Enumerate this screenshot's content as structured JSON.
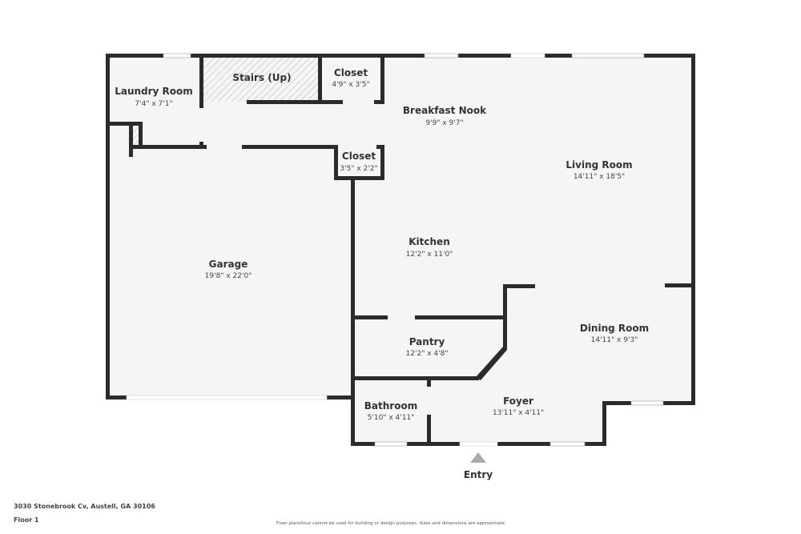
{
  "floor_plan": {
    "floor_label": "Floor 1",
    "address": "3030 Stonebrook Cv, Austell, GA 30106",
    "disclaimer": "Floor plans/tour cannot be used for building or design purposes. Sizes and dimensions are approximate.",
    "entry_label": "Entry",
    "colors": {
      "wall": "#2b2b2b",
      "floor": "#f5f5f5",
      "window": "#ffffff",
      "entry_arrow": "#aaaaaa",
      "hatch": "#bbbbbb"
    },
    "rooms": [
      {
        "name": "Laundry Room",
        "dims": "7'4\" x 7'1\""
      },
      {
        "name": "Stairs (Up)",
        "dims": ""
      },
      {
        "name": "Closet",
        "dims": "4'9\" x 3'5\""
      },
      {
        "name": "Breakfast Nook",
        "dims": "9'9\" x 9'7\""
      },
      {
        "name": "Closet",
        "dims": "3'5\" x 2'2\""
      },
      {
        "name": "Living Room",
        "dims": "14'11\" x 18'5\""
      },
      {
        "name": "Kitchen",
        "dims": "12'2\" x 11'0\""
      },
      {
        "name": "Garage",
        "dims": "19'8\" x 22'0\""
      },
      {
        "name": "Pantry",
        "dims": "12'2\" x 4'8\""
      },
      {
        "name": "Dining Room",
        "dims": "14'11\" x 9'3\""
      },
      {
        "name": "Bathroom",
        "dims": "5'10\" x 4'11\""
      },
      {
        "name": "Foyer",
        "dims": "13'11\" x 4'11\""
      }
    ]
  }
}
